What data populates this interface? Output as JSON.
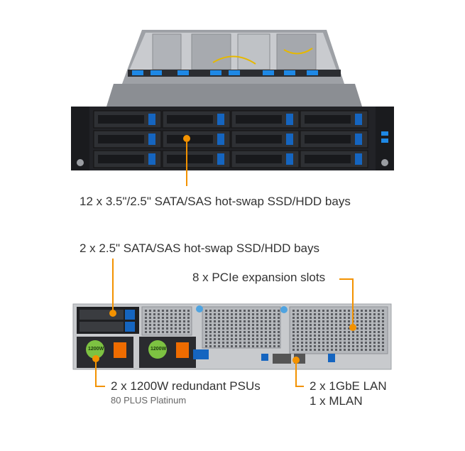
{
  "callouts": {
    "front_bays": "12 x 3.5\"/2.5\" SATA/SAS hot-swap SSD/HDD bays",
    "rear_bays": "2 x 2.5\" SATA/SAS hot-swap SSD/HDD bays",
    "pcie": "8 x PCIe expansion slots",
    "psu": "2 x 1200W redundant PSUs",
    "psu_sub": "80 PLUS Platinum",
    "lan_line1": "2 x 1GbE LAN",
    "lan_line2": "1 x MLAN"
  },
  "psu_badge": "1200W",
  "colors": {
    "accent": "#f39200",
    "chassis": "#1e1f22",
    "chassis_top": "#8e9094",
    "tray_blue": "#1565c0",
    "text": "#333333"
  }
}
